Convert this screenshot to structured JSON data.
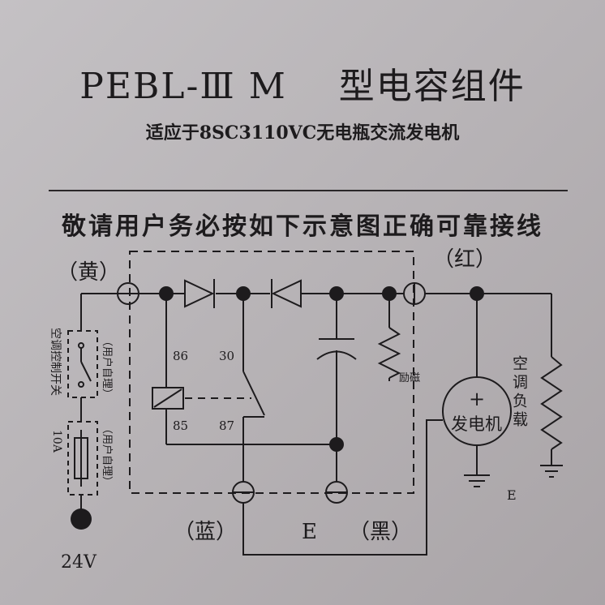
{
  "header": {
    "title": "PEBL-Ⅲ M    型电容组件",
    "subtitle": "适应于8SC3110VC无电瓶交流发电机",
    "instruction": "敬请用户务必按如下示意图正确可靠接线"
  },
  "labels": {
    "yellow": "（黄）",
    "red": "（红）",
    "blue": "（蓝）",
    "black": "（黑）",
    "e_terminal": "E",
    "e_ground": "E",
    "voltage": "24V",
    "fuse_rating": "10A",
    "switch_label": "空调控制开关",
    "user_supplied_1": "（用户自理）",
    "user_supplied_2": "（用户自理）",
    "excitation": "励磁",
    "generator_plus": "+",
    "generator": "发电机",
    "load": "空调负载",
    "relay_86": "86",
    "relay_30": "30",
    "relay_85": "85",
    "relay_87": "87"
  },
  "colors": {
    "ink": "#1d1b1d",
    "background": "#bdb9bc"
  }
}
